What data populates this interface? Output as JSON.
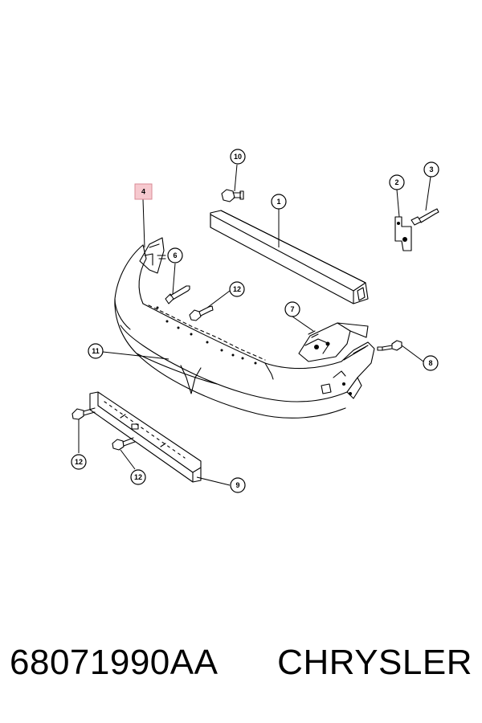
{
  "diagram": {
    "callouts": {
      "c1": "1",
      "c2": "2",
      "c3": "3",
      "c4": "4",
      "c6": "6",
      "c7": "7",
      "c8": "8",
      "c9": "9",
      "c10": "10",
      "c11": "11",
      "c12a": "12",
      "c12b": "12",
      "c12c": "12"
    },
    "highlight_color": "#f6c9cf"
  },
  "caption": {
    "part_number": "68071990AA",
    "brand": "CHRYSLER"
  }
}
